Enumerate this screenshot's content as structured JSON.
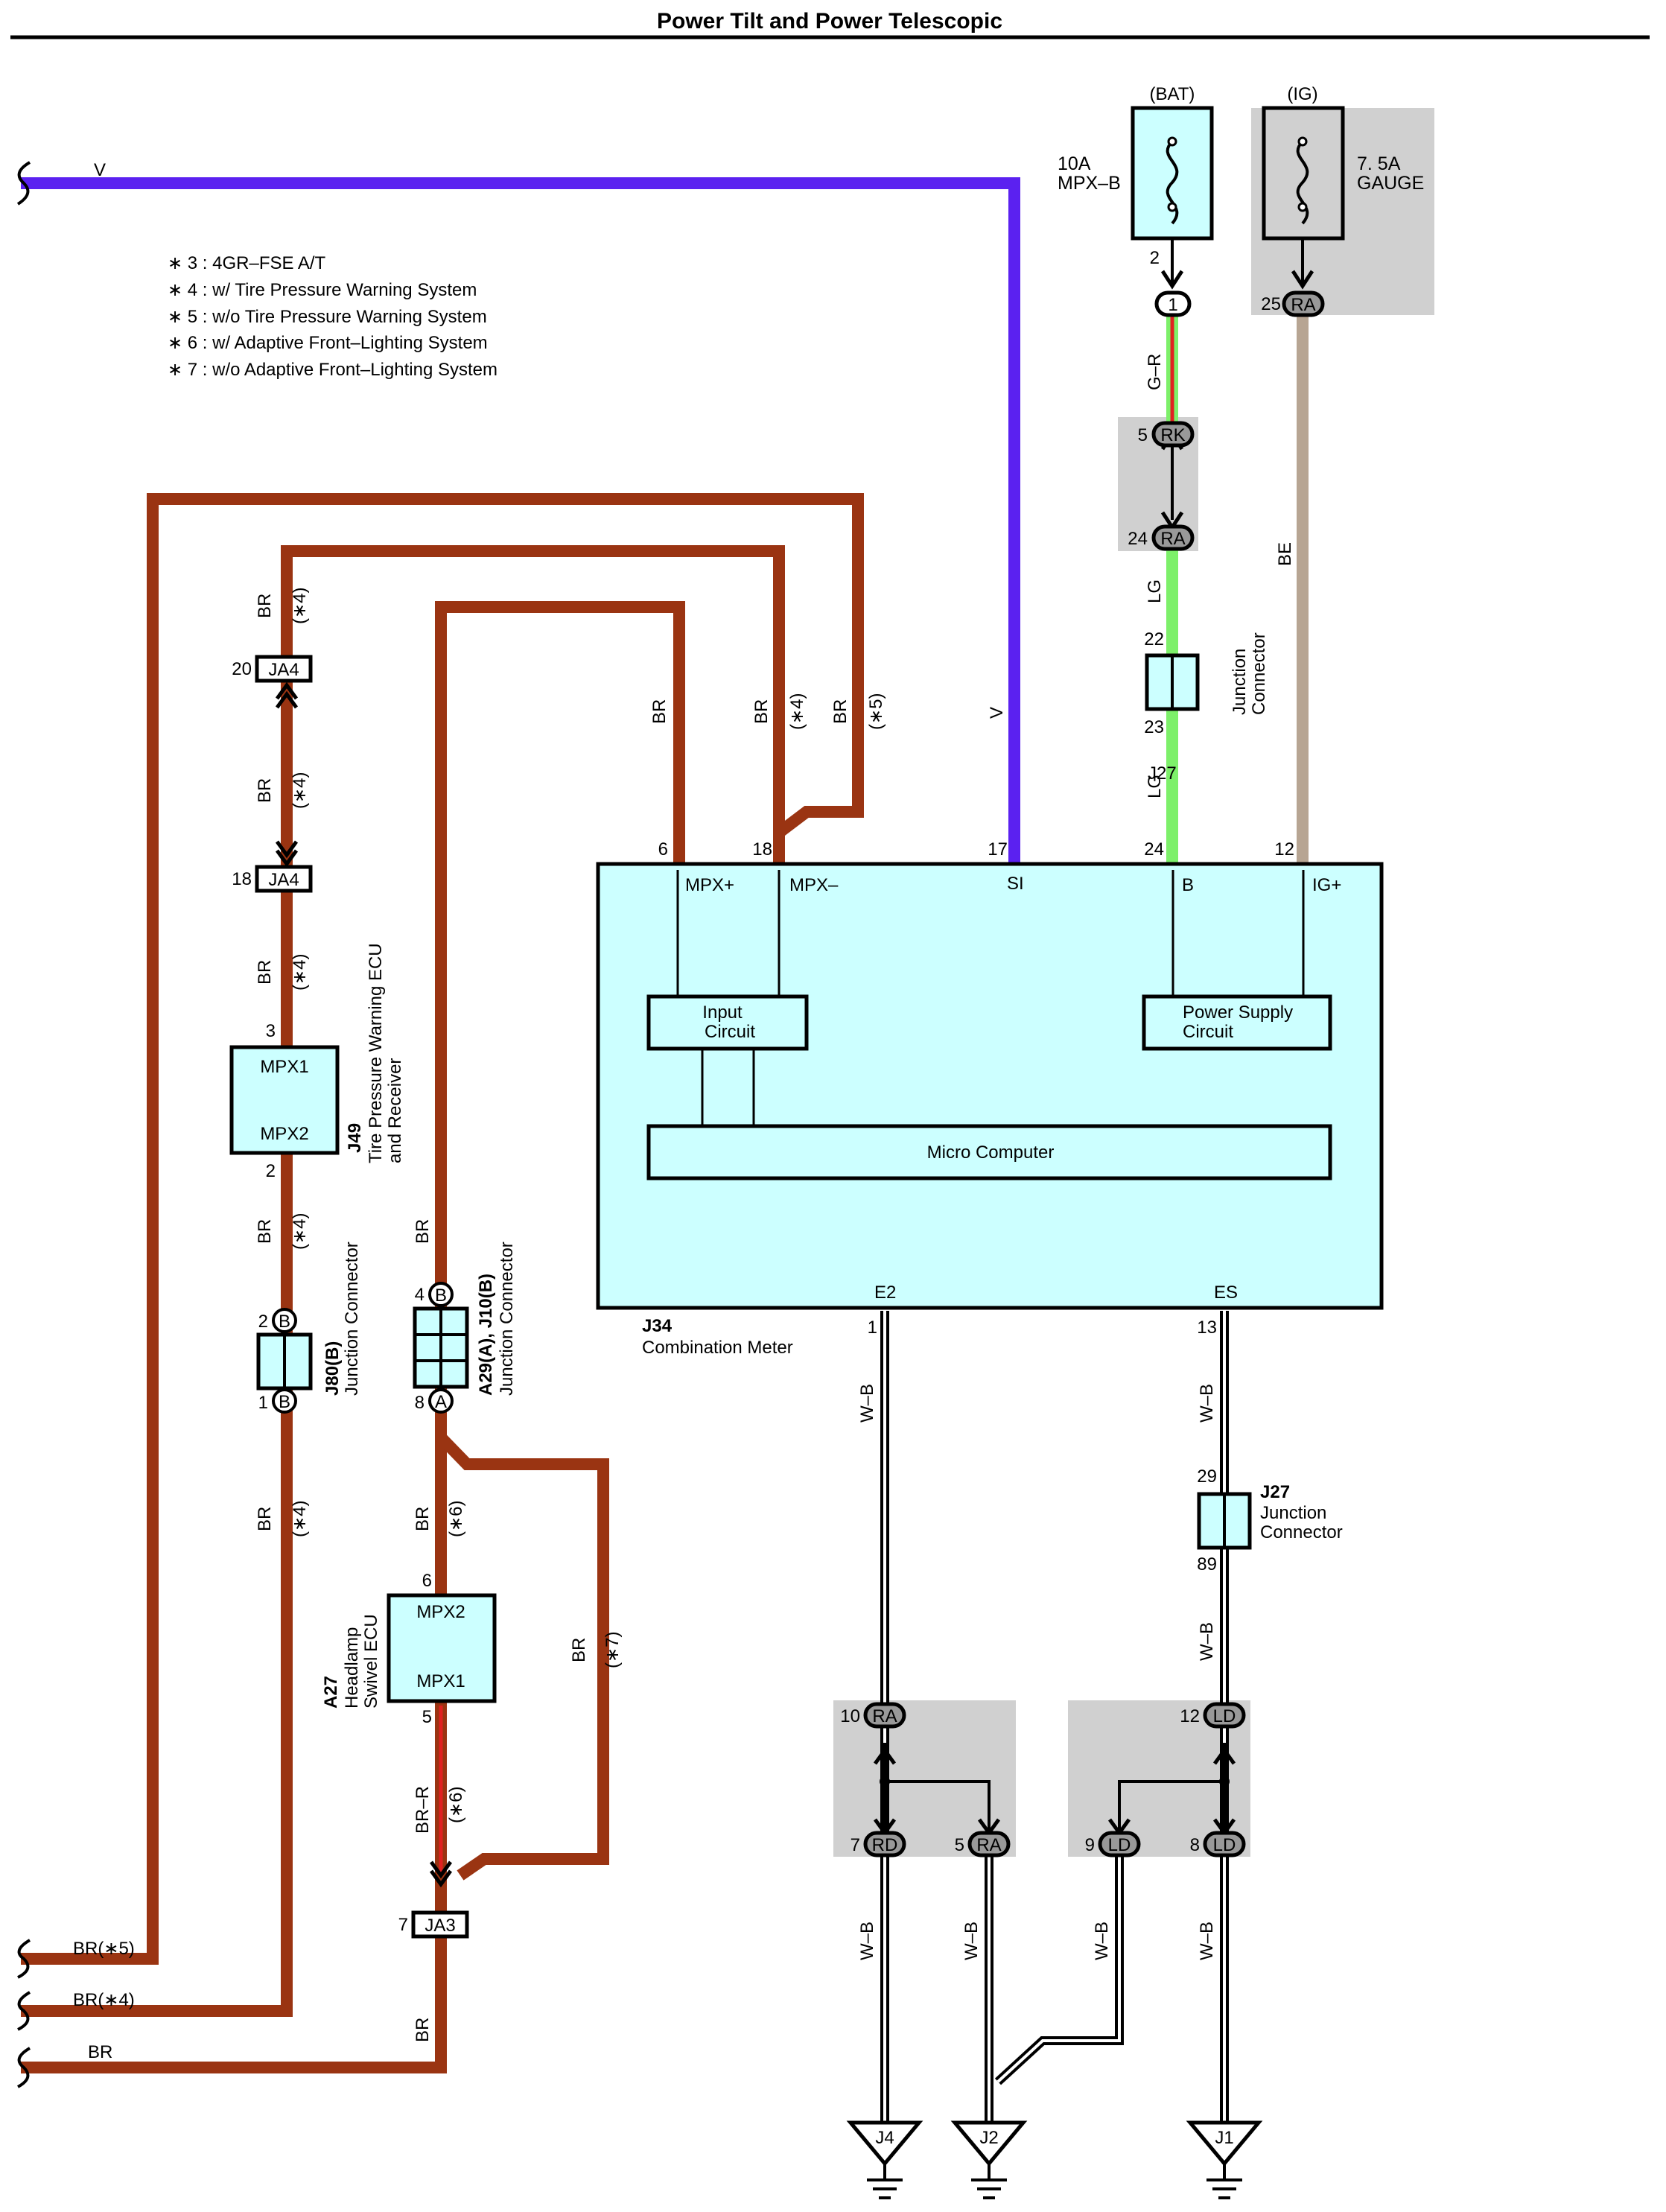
{
  "title": "Power Tilt and Power Telescopic",
  "colors": {
    "brown": "#9a3412",
    "violet": "#5b21f0",
    "light_green": "#7df06a",
    "beige": "#b7a593",
    "red": "#e02020",
    "component_fill": "#ccffff",
    "splice_shade": "#d0d0d0"
  },
  "notes": [
    "∗ 3 : 4GR–FSE A/T",
    "∗ 4 : w/ Tire Pressure Warning System",
    "∗ 5 : w/o Tire Pressure Warning System",
    "∗ 6 : w/ Adaptive Front–Lighting System",
    "∗ 7 : w/o Adaptive Front–Lighting System"
  ],
  "power": {
    "bat_label": "(BAT)",
    "ig_label": "(IG)",
    "fuse_bat": [
      "10A",
      "MPX–B"
    ],
    "fuse_ig": [
      "7. 5A",
      "GAUGE"
    ]
  },
  "wires": {
    "v": "V",
    "br": "BR",
    "br5": "BR(∗5)",
    "br4": "BR(∗4)",
    "n4": "(∗4)",
    "n5": "(∗5)",
    "n6": "(∗6)",
    "n7": "(∗7)",
    "gr": "G–R",
    "lg": "LG",
    "be": "BE",
    "wb": "W–B",
    "brr": "BR–R"
  },
  "connectors": {
    "ja4": "JA4",
    "ja3": "JA3",
    "one": "1",
    "rk": "RK",
    "ra": "RA",
    "rd": "RD",
    "ld": "LD",
    "a": "A",
    "b": "B"
  },
  "pins": {
    "p1": "1",
    "p2": "2",
    "p3": "3",
    "p4": "4",
    "p5": "5",
    "p6": "6",
    "p7": "7",
    "p8": "8",
    "p9": "9",
    "p10": "10",
    "p12": "12",
    "p13": "13",
    "p17": "17",
    "p18": "18",
    "p20": "20",
    "p22": "22",
    "p23": "23",
    "p24": "24",
    "p25": "25",
    "p29": "29",
    "p89": "89"
  },
  "components": {
    "j34": {
      "code": "J34",
      "name": "Combination Meter",
      "terminals": [
        "MPX+",
        "MPX–",
        "SI",
        "B",
        "IG+",
        "E2",
        "ES"
      ],
      "input_circuit": [
        "Input",
        "Circuit"
      ],
      "power_supply": [
        "Power Supply",
        "Circuit"
      ],
      "micro": "Micro Computer"
    },
    "j49": {
      "code": "J49",
      "name": [
        "Tire Pressure Warning ECU",
        "and Receiver"
      ],
      "mpx1": "MPX1",
      "mpx2": "MPX2"
    },
    "a27": {
      "code": "A27",
      "name": [
        "Headlamp",
        "Swivel ECU"
      ],
      "mpx1": "MPX1",
      "mpx2": "MPX2"
    },
    "j80": {
      "code": "J80(B)",
      "name": "Junction Connector"
    },
    "a29": {
      "code": "A29(A), J10(B)",
      "name": "Junction Connector"
    },
    "j27": {
      "code": "J27",
      "name": "Junction Connector",
      "name_lines": [
        "Junction",
        "Connector"
      ]
    }
  },
  "grounds": [
    "J4",
    "J2",
    "J1"
  ]
}
